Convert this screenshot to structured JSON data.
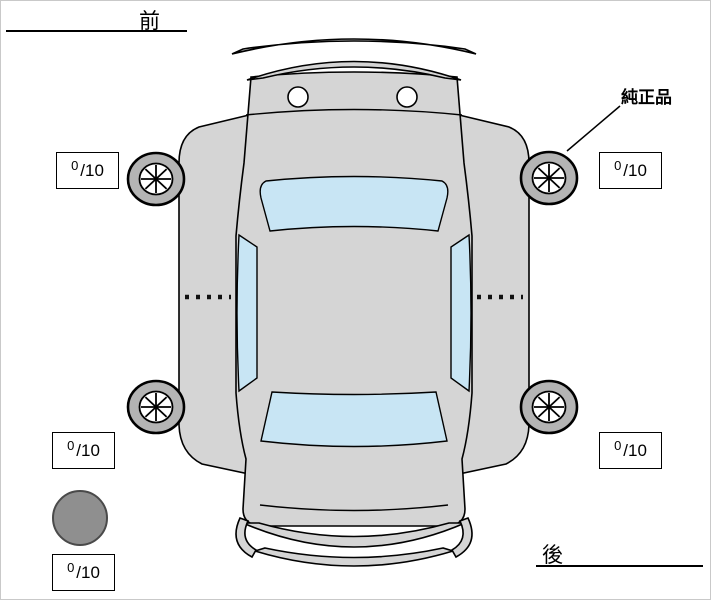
{
  "labels": {
    "front": "前",
    "rear": "後",
    "genuine_part": "純正品"
  },
  "tread": {
    "front_left": {
      "value": "0",
      "scale": "/10"
    },
    "front_right": {
      "value": "0",
      "scale": "/10"
    },
    "rear_left": {
      "value": "0",
      "scale": "/10"
    },
    "rear_right": {
      "value": "0",
      "scale": "/10"
    },
    "spare": {
      "value": "0",
      "scale": "/10"
    }
  },
  "colors": {
    "body": "#d5d5d5",
    "glass": "#c8e5f4",
    "tire": "#b4b4b4",
    "spare": "#8f8f8f",
    "outline": "#000000"
  }
}
